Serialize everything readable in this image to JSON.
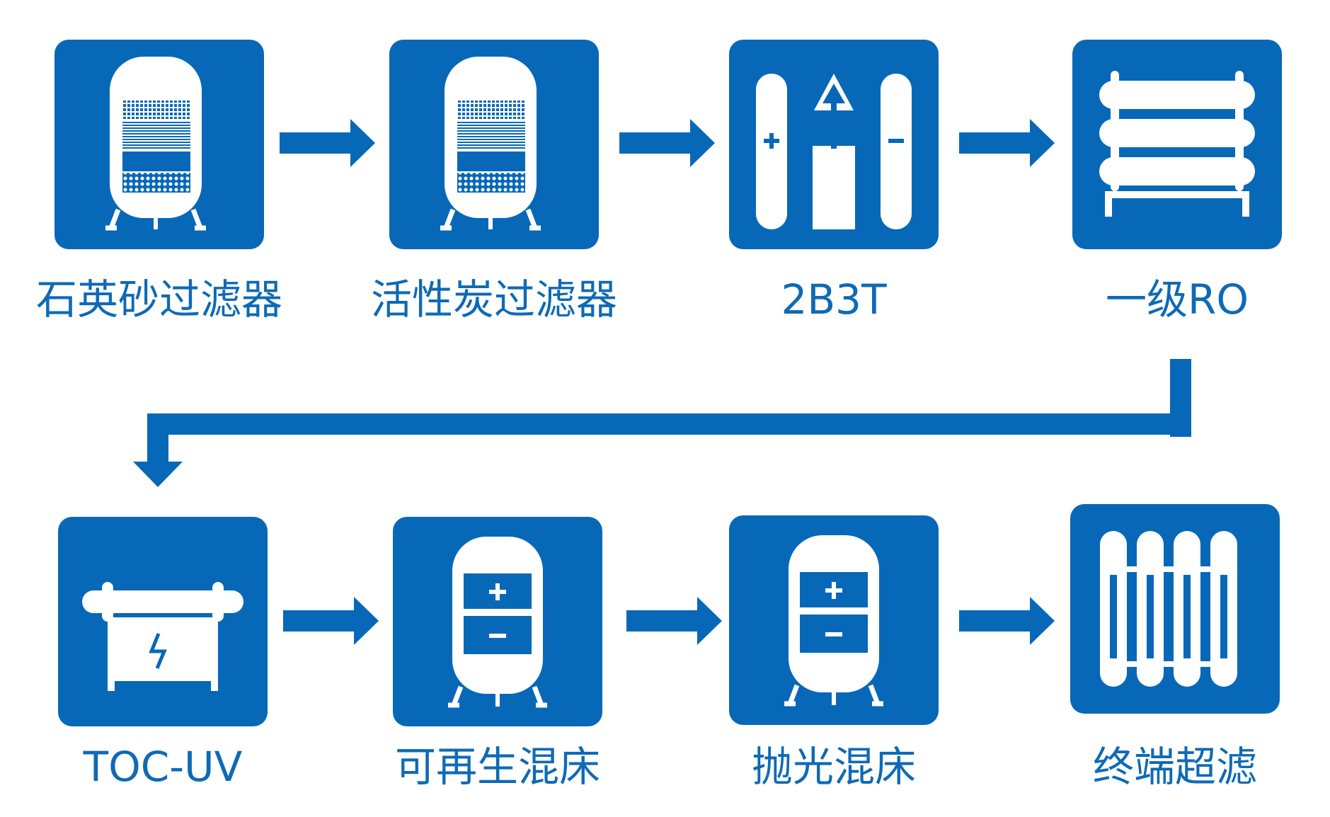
{
  "colors": {
    "primary": "#0768b8",
    "icon": "#ffffff",
    "text": "#0e6ab5"
  },
  "steps": [
    {
      "label": "石英砂过滤器",
      "icon": "quartz-sand-filter-icon"
    },
    {
      "label": "活性炭过滤器",
      "icon": "activated-carbon-filter-icon"
    },
    {
      "label": "2B3T",
      "icon": "ion-exchange-icon"
    },
    {
      "label": "一级RO",
      "icon": "ro-membrane-icon"
    },
    {
      "label": "TOC-UV",
      "icon": "uv-lamp-icon"
    },
    {
      "label": "可再生混床",
      "icon": "mixed-bed-icon"
    },
    {
      "label": "抛光混床",
      "icon": "mixed-bed-icon"
    },
    {
      "label": "终端超滤",
      "icon": "ultrafiltration-icon"
    }
  ]
}
